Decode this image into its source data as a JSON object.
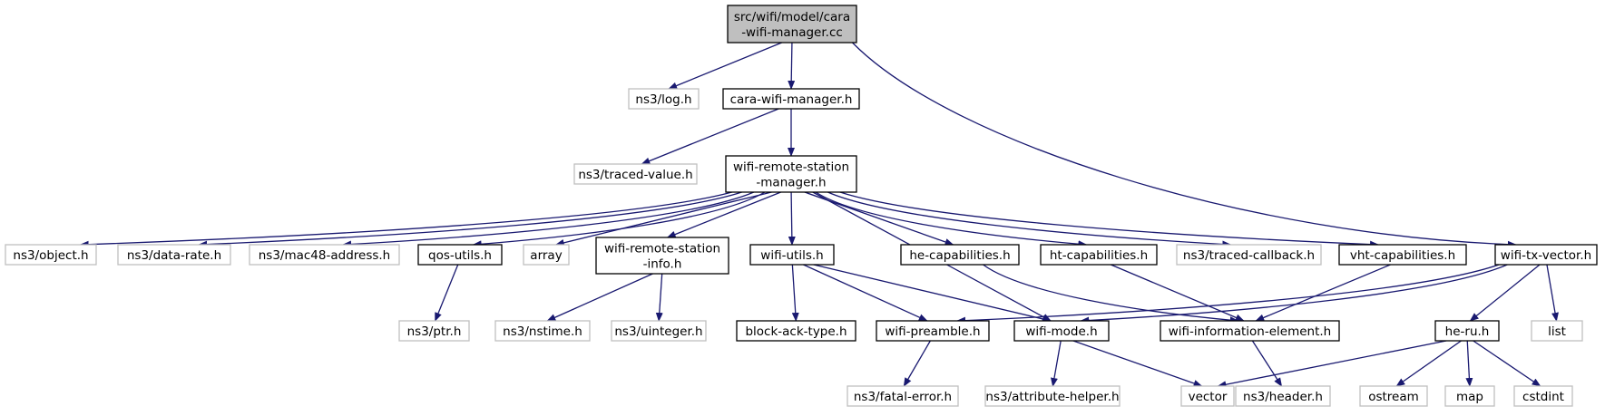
{
  "colors": {
    "root_fill": "#bfbfbf",
    "node_fill": "#ffffff",
    "internal_border": "#000000",
    "external_border": "#bfbfbf",
    "edge": "#191970"
  },
  "nodes": [
    {
      "id": "root",
      "lines": [
        "src/wifi/model/cara",
        "-wifi-manager.cc"
      ],
      "kind": "root"
    },
    {
      "id": "log",
      "lines": [
        "ns3/log.h"
      ],
      "kind": "external"
    },
    {
      "id": "cara",
      "lines": [
        "cara-wifi-manager.h"
      ],
      "kind": "internal"
    },
    {
      "id": "traced_value",
      "lines": [
        "ns3/traced-value.h"
      ],
      "kind": "external"
    },
    {
      "id": "wrsm",
      "lines": [
        "wifi-remote-station",
        "-manager.h"
      ],
      "kind": "internal"
    },
    {
      "id": "object",
      "lines": [
        "ns3/object.h"
      ],
      "kind": "external"
    },
    {
      "id": "data_rate",
      "lines": [
        "ns3/data-rate.h"
      ],
      "kind": "external"
    },
    {
      "id": "mac48",
      "lines": [
        "ns3/mac48-address.h"
      ],
      "kind": "external"
    },
    {
      "id": "qos",
      "lines": [
        "qos-utils.h"
      ],
      "kind": "internal"
    },
    {
      "id": "array",
      "lines": [
        "array"
      ],
      "kind": "external"
    },
    {
      "id": "wrsi",
      "lines": [
        "wifi-remote-station",
        "-info.h"
      ],
      "kind": "internal"
    },
    {
      "id": "wutils",
      "lines": [
        "wifi-utils.h"
      ],
      "kind": "internal"
    },
    {
      "id": "he_cap",
      "lines": [
        "he-capabilities.h"
      ],
      "kind": "internal"
    },
    {
      "id": "ht_cap",
      "lines": [
        "ht-capabilities.h"
      ],
      "kind": "internal"
    },
    {
      "id": "traced_cb",
      "lines": [
        "ns3/traced-callback.h"
      ],
      "kind": "external"
    },
    {
      "id": "vht_cap",
      "lines": [
        "vht-capabilities.h"
      ],
      "kind": "internal"
    },
    {
      "id": "txvec",
      "lines": [
        "wifi-tx-vector.h"
      ],
      "kind": "internal"
    },
    {
      "id": "ptr",
      "lines": [
        "ns3/ptr.h"
      ],
      "kind": "external"
    },
    {
      "id": "nstime",
      "lines": [
        "ns3/nstime.h"
      ],
      "kind": "external"
    },
    {
      "id": "uinteger",
      "lines": [
        "ns3/uinteger.h"
      ],
      "kind": "external"
    },
    {
      "id": "block_ack",
      "lines": [
        "block-ack-type.h"
      ],
      "kind": "internal"
    },
    {
      "id": "preamble",
      "lines": [
        "wifi-preamble.h"
      ],
      "kind": "internal"
    },
    {
      "id": "wmode",
      "lines": [
        "wifi-mode.h"
      ],
      "kind": "internal"
    },
    {
      "id": "wie",
      "lines": [
        "wifi-information-element.h"
      ],
      "kind": "internal"
    },
    {
      "id": "he_ru",
      "lines": [
        "he-ru.h"
      ],
      "kind": "internal"
    },
    {
      "id": "list",
      "lines": [
        "list"
      ],
      "kind": "external"
    },
    {
      "id": "fatal",
      "lines": [
        "ns3/fatal-error.h"
      ],
      "kind": "external"
    },
    {
      "id": "attr",
      "lines": [
        "ns3/attribute-helper.h"
      ],
      "kind": "external"
    },
    {
      "id": "vector",
      "lines": [
        "vector"
      ],
      "kind": "external"
    },
    {
      "id": "header",
      "lines": [
        "ns3/header.h"
      ],
      "kind": "external"
    },
    {
      "id": "ostream",
      "lines": [
        "ostream"
      ],
      "kind": "external"
    },
    {
      "id": "map",
      "lines": [
        "map"
      ],
      "kind": "external"
    },
    {
      "id": "cstdint",
      "lines": [
        "cstdint"
      ],
      "kind": "external"
    }
  ],
  "edges": [
    [
      "root",
      "log"
    ],
    [
      "root",
      "cara"
    ],
    [
      "root",
      "txvec"
    ],
    [
      "cara",
      "traced_value"
    ],
    [
      "cara",
      "wrsm"
    ],
    [
      "wrsm",
      "object"
    ],
    [
      "wrsm",
      "data_rate"
    ],
    [
      "wrsm",
      "mac48"
    ],
    [
      "wrsm",
      "qos"
    ],
    [
      "wrsm",
      "array"
    ],
    [
      "wrsm",
      "wrsi"
    ],
    [
      "wrsm",
      "wutils"
    ],
    [
      "wrsm",
      "wmode"
    ],
    [
      "wrsm",
      "he_cap"
    ],
    [
      "wrsm",
      "ht_cap"
    ],
    [
      "wrsm",
      "traced_cb"
    ],
    [
      "wrsm",
      "vht_cap"
    ],
    [
      "qos",
      "ptr"
    ],
    [
      "wrsi",
      "nstime"
    ],
    [
      "wrsi",
      "uinteger"
    ],
    [
      "wutils",
      "block_ack"
    ],
    [
      "wutils",
      "preamble"
    ],
    [
      "wutils",
      "wmode"
    ],
    [
      "he_cap",
      "wie"
    ],
    [
      "ht_cap",
      "wie"
    ],
    [
      "vht_cap",
      "wie"
    ],
    [
      "txvec",
      "preamble"
    ],
    [
      "txvec",
      "wmode"
    ],
    [
      "txvec",
      "he_ru"
    ],
    [
      "txvec",
      "list"
    ],
    [
      "preamble",
      "fatal"
    ],
    [
      "wmode",
      "attr"
    ],
    [
      "wmode",
      "vector"
    ],
    [
      "wie",
      "header"
    ],
    [
      "he_ru",
      "vector"
    ],
    [
      "he_ru",
      "ostream"
    ],
    [
      "he_ru",
      "map"
    ],
    [
      "he_ru",
      "cstdint"
    ]
  ]
}
